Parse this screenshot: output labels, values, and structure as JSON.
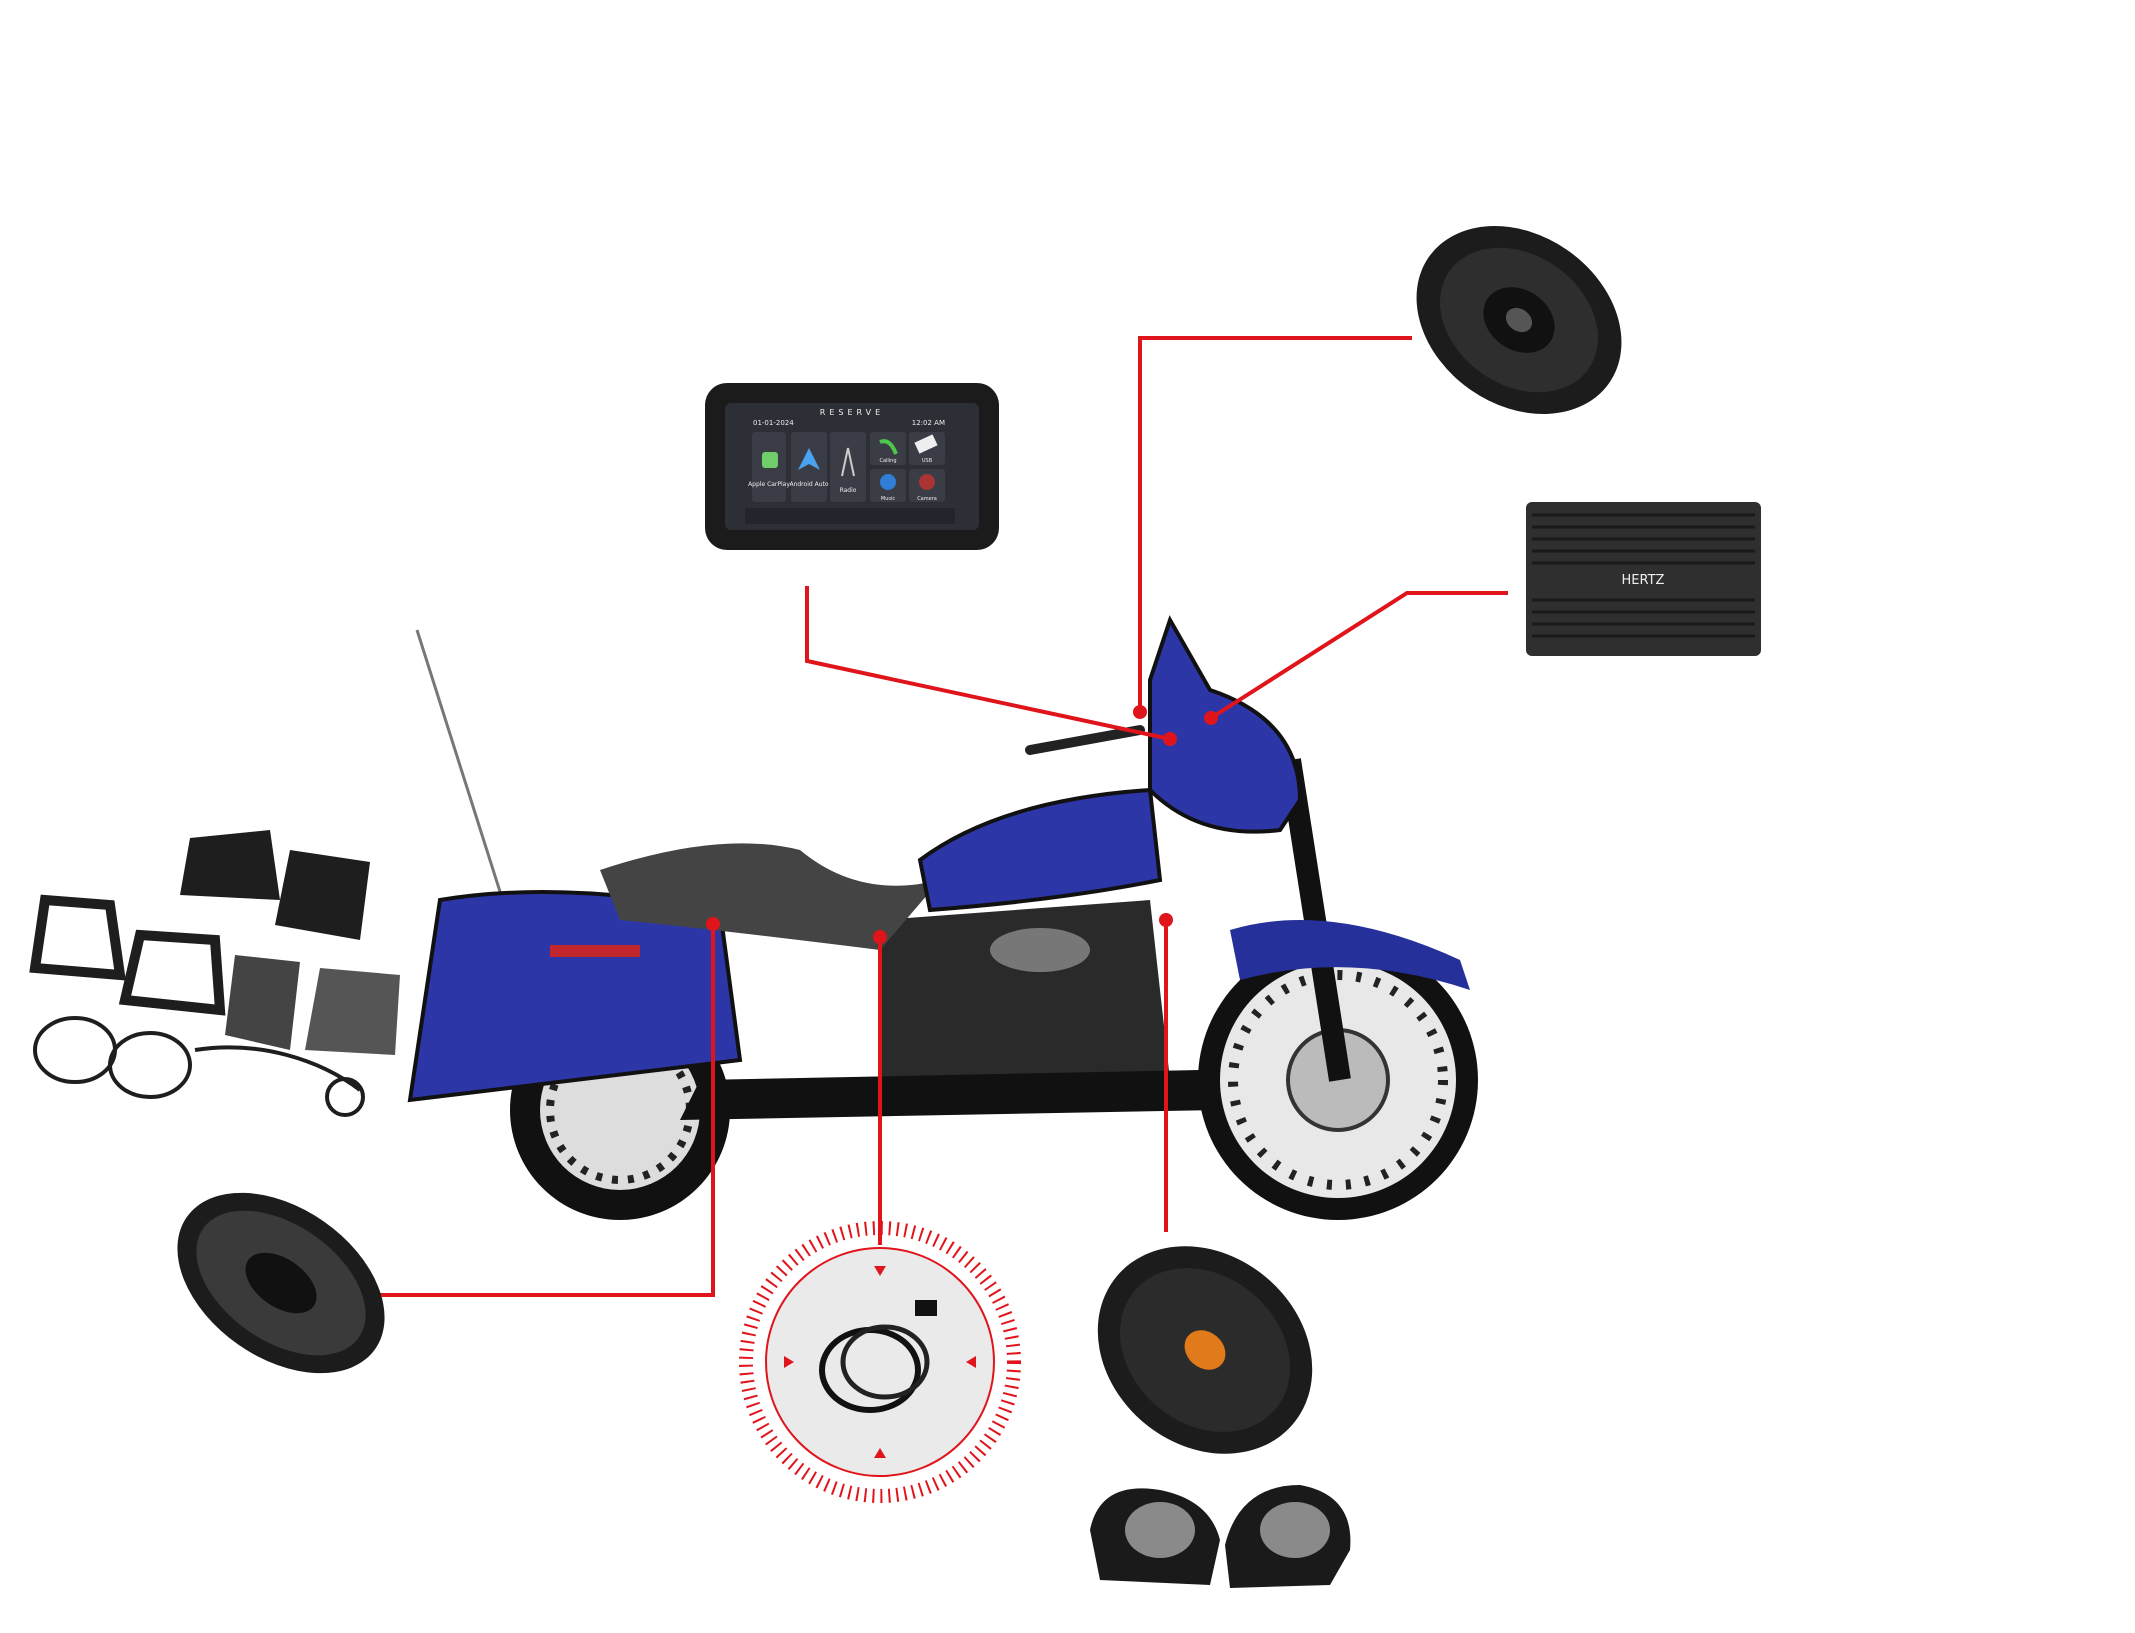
{
  "colors": {
    "connector": "#e0141b",
    "bike_body": "#26309a",
    "device": "#2a2a2a",
    "background": "#ffffff"
  },
  "head_unit": {
    "brand": "RESERVE",
    "date": "01-01-2024",
    "time": "12:02 AM",
    "apps": [
      {
        "label": "Apple CarPlay",
        "icon": "carplay-icon"
      },
      {
        "label": "Android Auto",
        "icon": "android-auto-icon"
      },
      {
        "label": "Radio",
        "icon": "radio-tower-icon"
      },
      {
        "label": "Calling",
        "icon": "phone-icon"
      },
      {
        "label": "USB",
        "icon": "usb-icon"
      },
      {
        "label": "Music",
        "icon": "music-icon"
      },
      {
        "label": "Camera",
        "icon": "camera-icon"
      }
    ]
  },
  "amplifier": {
    "brand": "HERTZ"
  }
}
